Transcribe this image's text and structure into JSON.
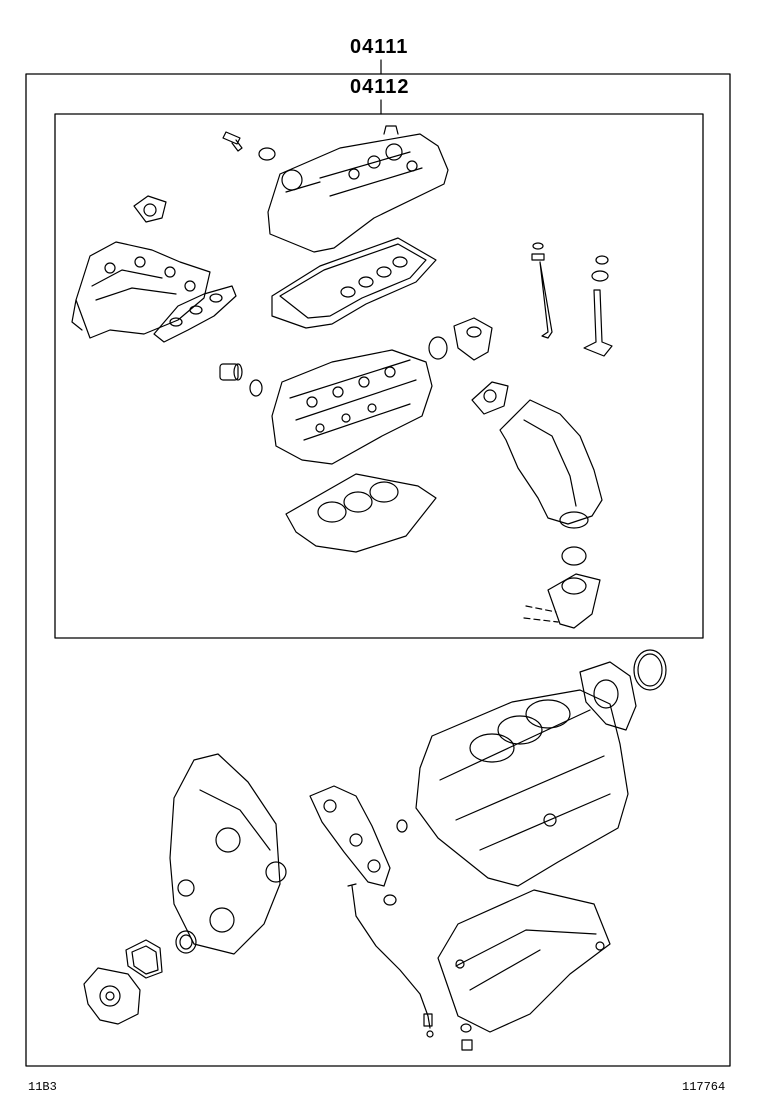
{
  "diagram": {
    "part_number_outer": "04111",
    "part_number_inner": "04112",
    "footer_left": "11B3",
    "footer_right": "117764"
  }
}
